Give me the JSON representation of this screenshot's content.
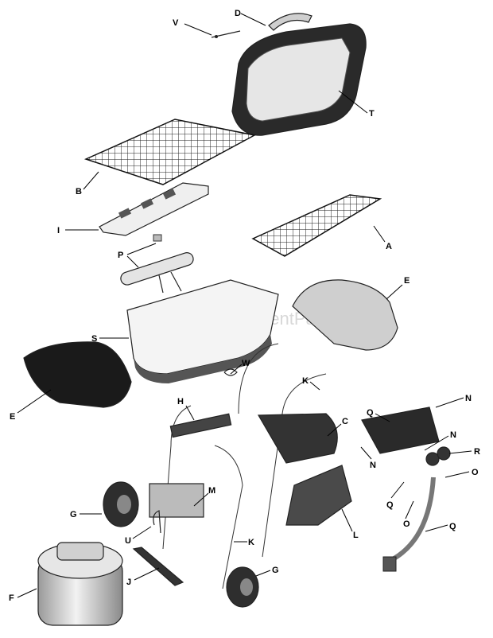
{
  "watermark": "eReplacementParts.com",
  "labels": {
    "V": "V",
    "D": "D",
    "T": "T",
    "B": "B",
    "I": "I",
    "A": "A",
    "P": "P",
    "E1": "E",
    "S": "S",
    "E2": "E",
    "W": "W",
    "K1": "K",
    "H": "H",
    "N1": "N",
    "C": "C",
    "Q1": "Q",
    "N2": "N",
    "R": "R",
    "N3": "N",
    "O1": "O",
    "Q2": "Q",
    "O2": "O",
    "Q3": "Q",
    "L": "L",
    "M": "M",
    "G1": "G",
    "U": "U",
    "K2": "K",
    "J": "J",
    "G2": "G",
    "F": "F"
  },
  "colors": {
    "line": "#000000",
    "dark": "#1a1a1a",
    "light": "#e8e8e8",
    "mid": "#b0b0b0"
  }
}
